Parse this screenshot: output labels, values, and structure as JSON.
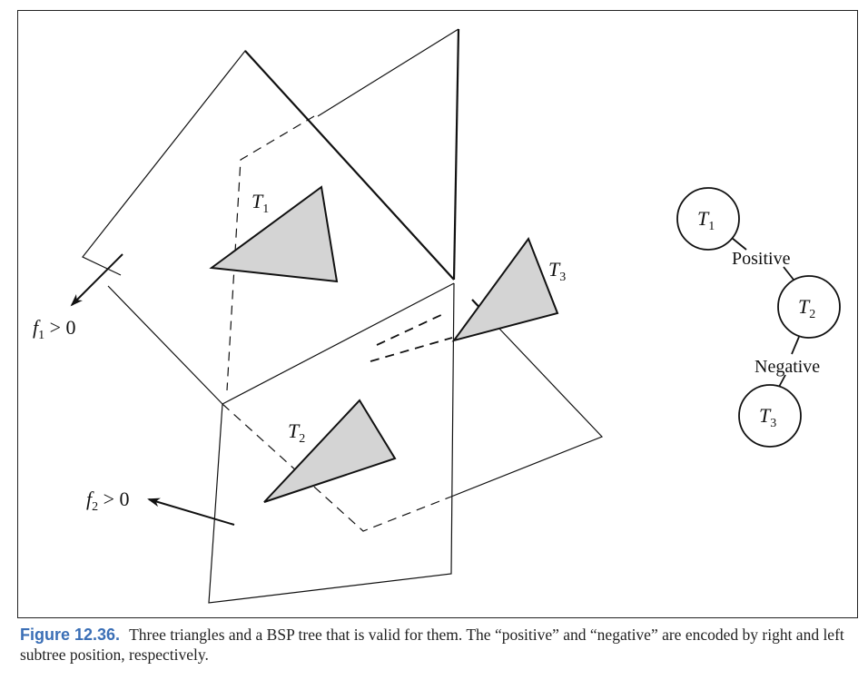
{
  "diagram": {
    "triangles": [
      {
        "id": "t1",
        "label_main": "T",
        "label_sub": "1",
        "fill": "#d4d4d4"
      },
      {
        "id": "t2",
        "label_main": "T",
        "label_sub": "2",
        "fill": "#d4d4d4"
      },
      {
        "id": "t3",
        "label_main": "T",
        "label_sub": "3",
        "fill": "#d4d4d4"
      }
    ],
    "normals": [
      {
        "id": "f1",
        "label_main": "f",
        "label_sub": "1",
        "label_rest": " > 0"
      },
      {
        "id": "f2",
        "label_main": "f",
        "label_sub": "2",
        "label_rest": " > 0"
      }
    ],
    "bsp_tree": {
      "root": {
        "label_main": "T",
        "label_sub": "1"
      },
      "positive_child": {
        "label_main": "T",
        "label_sub": "2",
        "edge_label": "Positive"
      },
      "negative_child": {
        "label_main": "T",
        "label_sub": "3",
        "edge_label": "Negative"
      }
    }
  },
  "caption": {
    "label": "Figure 12.36.",
    "text": "Three triangles and a BSP tree that is valid for them. The “positive” and “negative” are encoded by right and left subtree position, respectively."
  },
  "colors": {
    "caption_label": "#3b6fb6",
    "triangle_fill": "#d4d4d4",
    "stroke": "#111111"
  }
}
